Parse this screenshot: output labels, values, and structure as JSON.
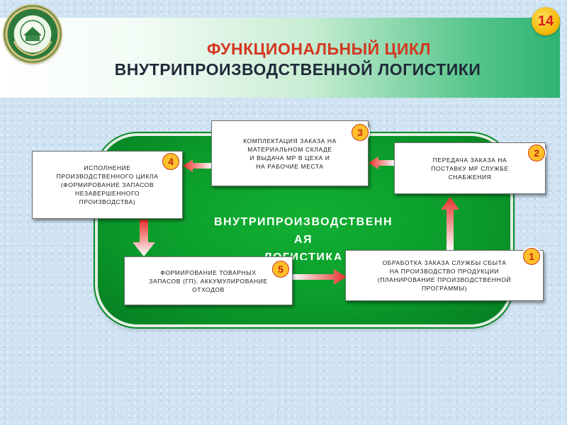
{
  "slide": {
    "page_number": "14",
    "title_line1": "ФУНКЦИОНАЛЬНЫЙ ЦИКЛ",
    "title_line2": "ВНУТРИПРОИЗВОДСТВЕННОЙ ЛОГИСТИКИ"
  },
  "center": {
    "label": "ВНУТРИПРОИЗВОДСТВЕНН\nАЯ\nЛОГИСТИКА"
  },
  "steps": [
    {
      "number": "1",
      "text": "ОБРАБОТКА ЗАКАЗА СЛУЖБЫ СБЫТА\nНА ПРОИЗВОДСТВО ПРОДУКЦИИ\n(ПЛАНИРОВАНИЕ ПРОИЗВОДСТВЕННОЙ\nПРОГРАММЫ)"
    },
    {
      "number": "2",
      "text": "ПЕРЕДАЧА ЗАКАЗА НА\nПОСТАВКУ МР СЛУЖБЕ\nСНАБЖЕНИЯ"
    },
    {
      "number": "3",
      "text": "КОМПЛЕКТАЦИЯ ЗАКАЗА НА\nМАТЕРИАЛЬНОМ СКЛАДЕ\nИ ВЫДАЧА МР В ЦЕХА И\nНА РАБОЧИЕ МЕСТА"
    },
    {
      "number": "4",
      "text": "ИСПОЛНЕНИЕ\nПРОИЗВОДСТВЕННОГО ЦИКЛА\n(ФОРМИРОВАНИЕ ЗАПАСОВ\nНЕЗАВЕРШЕННОГО\nПРОИЗВОДСТВА)"
    },
    {
      "number": "5",
      "text": "ФОРМИРОВАНИЕ ТОВАРНЫХ\nЗАПАСОВ (ГП), АККУМУЛИРОВАНИЕ\nОТХОДОВ"
    }
  ],
  "colors": {
    "title_accent": "#d4371f",
    "title_dark": "#1f2a38",
    "core_green": "#0a9a2a",
    "arrow_red": "#e8302a",
    "badge_fill": "#ffc02a"
  },
  "icons": {
    "logo": "university-emblem-icon",
    "arrows": "flow-arrow-icon"
  }
}
